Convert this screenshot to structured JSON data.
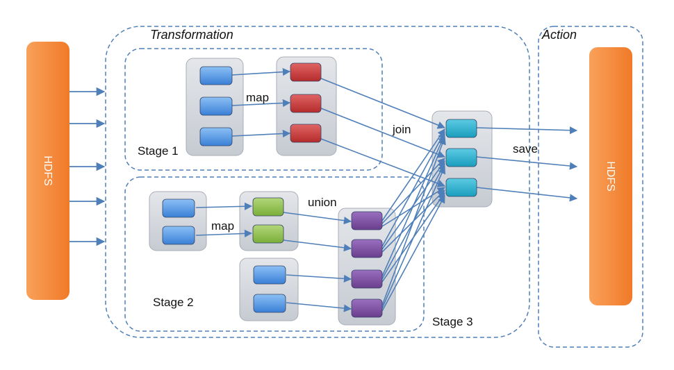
{
  "labels": {
    "transformation": "Transformation",
    "action": "Action",
    "stage1": "Stage 1",
    "stage2": "Stage 2",
    "stage3": "Stage 3",
    "map_top": "map",
    "map_bottom": "map",
    "join": "join",
    "union": "union",
    "save": "save",
    "hdfs_left": "HDFS",
    "hdfs_right": "HDFS"
  },
  "colors": {
    "hdfs": "#f58a3a",
    "partition_blue": "#4a8fe0",
    "partition_red": "#cc3b3b",
    "partition_green": "#8bbf4a",
    "partition_purple": "#7d4f9e",
    "partition_cyan": "#22aecb",
    "rdd_group": "#d3d7dd",
    "edge": "#4f7fb8",
    "dashed": "#4f7fb8"
  }
}
